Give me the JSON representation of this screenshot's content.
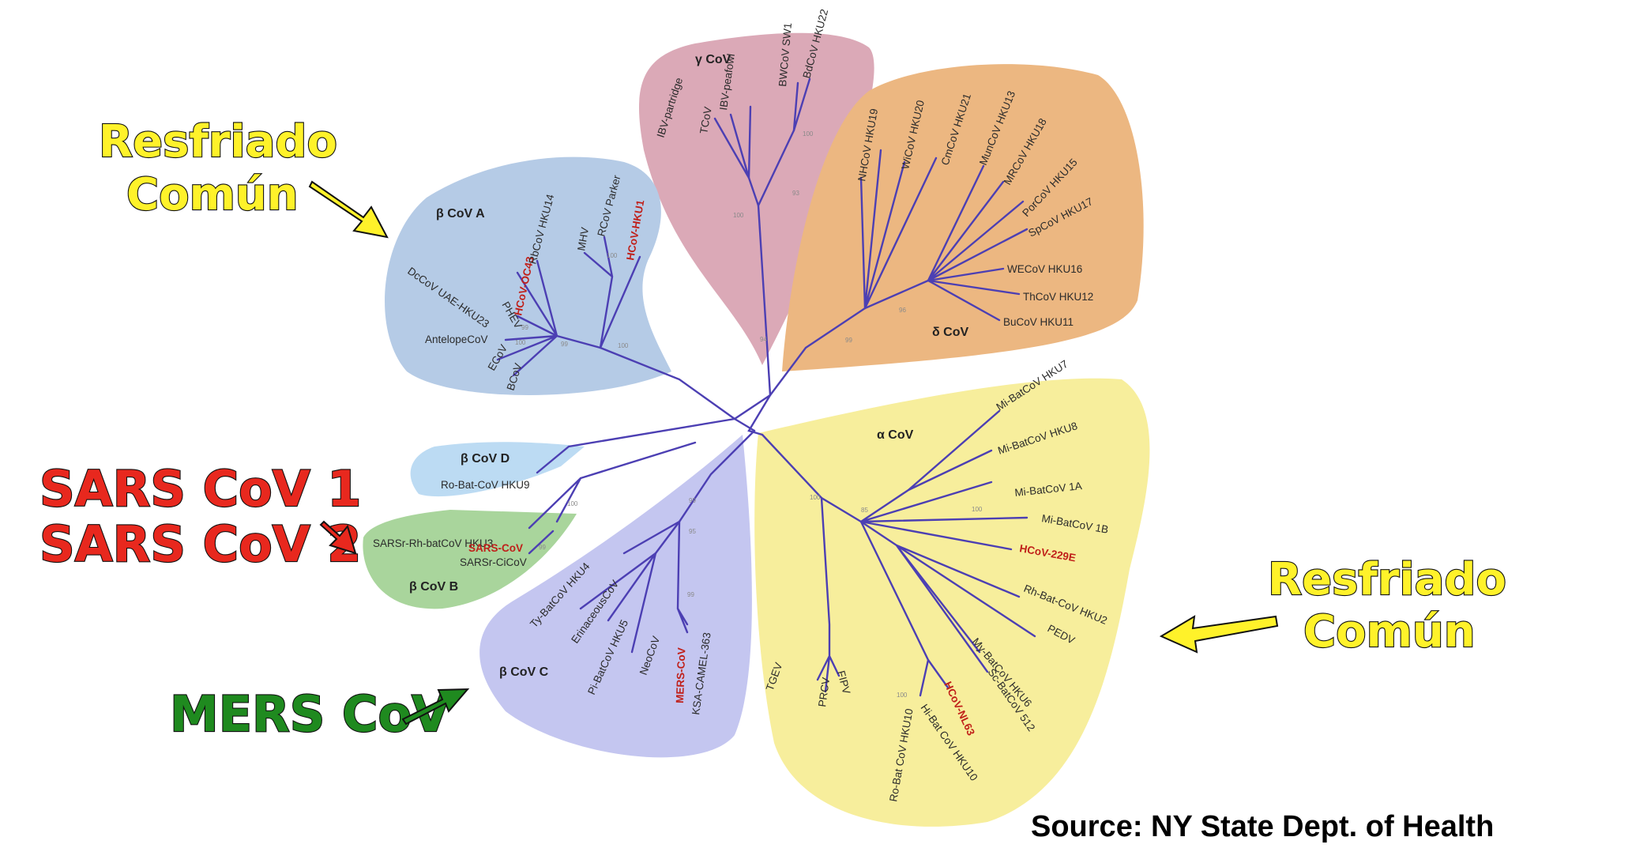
{
  "clades": {
    "gamma": {
      "label": "γ CoV",
      "color": "#dba9b7"
    },
    "delta": {
      "label": "δ CoV",
      "color": "#ecb781"
    },
    "beta_a": {
      "label": "β CoV A",
      "color": "#b5cbe6"
    },
    "beta_d": {
      "label": "β CoV D",
      "color": "#bcdbf3"
    },
    "beta_b": {
      "label": "β CoV B",
      "color": "#a9d59c"
    },
    "beta_c": {
      "label": "β CoV C",
      "color": "#c4c6f0"
    },
    "alpha": {
      "label": "α CoV",
      "color": "#f7ee9c"
    }
  },
  "leaves": {
    "ibv_partridge": "IBV-partridge",
    "tcov": "TCoV",
    "ibv_peafowl": "IBV-peafowl",
    "bwcov_sw1": "BWCoV SW1",
    "bdcov_hku22": "BdCoV HKU22",
    "nhcov_hku19": "NHCoV HKU19",
    "wicov_hku20": "WiCoV HKU20",
    "cmcov_hku21": "CmCoV HKU21",
    "muncov_hku13": "MunCoV HKU13",
    "mrcov_hku18": "MRCoV HKU18",
    "porcov_hku15": "PorCoV HKU15",
    "spcov_hku17": "SpCoV HKU17",
    "wecov_hku16": "WECoV HKU16",
    "thcov_hku12": "ThCoV HKU12",
    "bucov_hku11": "BuCoV HKU11",
    "dccov_uae": "DcCoV UAE-HKU23",
    "phev": "PHEV",
    "antelopecov": "AntelopeCoV",
    "ecov": "ECoV",
    "bcov": "BCoV",
    "hcov_oc43": "HCoV-OC43",
    "rbcov_hku14": "RbCoV HKU14",
    "mhv": "MHV",
    "rcov_parker": "RCoV Parker",
    "hcov_hku1": "HCoV-HKU1",
    "ro_bat_hku9": "Ro-Bat-CoV HKU9",
    "sarsr_rh": "SARSr-Rh-batCoV HKU3",
    "sars_cov": "SARS-CoV",
    "sarsr_civ": "SARSr-CiCoV",
    "ty_bat_hku4": "Ty-BatCoV HKU4",
    "erinaceous": "ErinaceousCoV",
    "pi_bat_hku5": "Pi-BatCoV HKU5",
    "neocov": "NeoCoV",
    "mers_cov": "MERS-CoV",
    "ksa_camel": "KSA-CAMEL-363",
    "mi_bat_hku7": "Mi-BatCoV HKU7",
    "mi_bat_hku8": "Mi-BatCoV HKU8",
    "mi_bat_1a": "Mi-BatCoV 1A",
    "mi_bat_1b": "Mi-BatCoV 1B",
    "hcov_229e": "HCoV-229E",
    "rh_bat_hku2": "Rh-Bat-CoV HKU2",
    "pedv": "PEDV",
    "my_bat_hku6": "My-BatCoV HKU6",
    "sc_bat_512": "Sc-BatCoV 512",
    "hcov_nl63": "HCoV-NL63",
    "hi_bat_hku10": "Hi-Bat CoV HKU10",
    "ro_bat_hku10": "Ro-Bat CoV HKU10",
    "tgev": "TGEV",
    "prcv": "PRCV",
    "fipv": "FIPV"
  },
  "bootstrap": {
    "b100": "100",
    "b99": "99",
    "b96": "96",
    "b95": "95",
    "b94": "94",
    "b93": "93",
    "b85": "85"
  },
  "callouts": {
    "common_cold_1": "Resfriado",
    "common_cold_2": "Común",
    "sars_1": "SARS CoV 1",
    "sars_2": "SARS CoV 2",
    "mers": "MERS CoV",
    "colors": {
      "yellow": "#fff22a",
      "red": "#e8281e",
      "green": "#1f8a1f"
    }
  },
  "source": "Source: NY State Dept. of Health"
}
